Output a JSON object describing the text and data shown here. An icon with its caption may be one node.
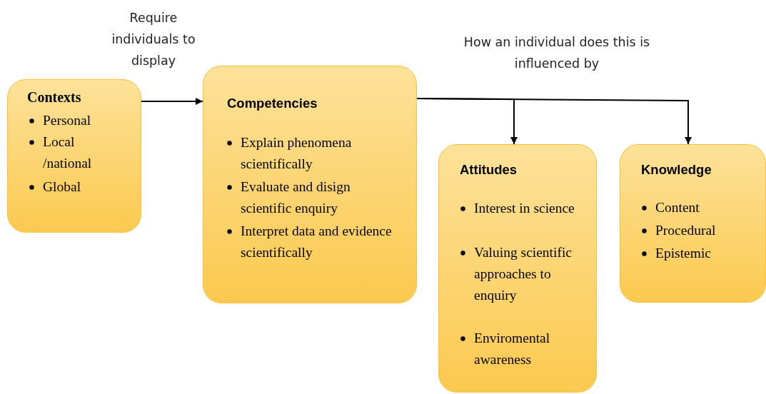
{
  "diagram": {
    "nodes": [
      {
        "text": [
          "Contexts",
          "Personal",
          "Local /national",
          "Global"
        ]
      },
      {
        "text": [
          "Competencies",
          "Explain phenomena scientifically",
          "Evaluate and disign scientific enquiry",
          "Interpret data and evidence scientifically"
        ]
      },
      {
        "text": [
          "Attitudes",
          "Interest in science",
          "Valuing scientific approaches to enquiry",
          "Enviromental awareness"
        ]
      },
      {
        "text": [
          "Knowledge",
          "Content",
          "Procedural",
          "Epistemic"
        ]
      }
    ],
    "edges": [
      {
        "from": 0,
        "to": 1,
        "arrow": "to",
        "label": "Require individuals to display"
      },
      {
        "from": 1,
        "to": 2,
        "arrow": "to",
        "label": "How an individual does this is influenced by"
      },
      {
        "from": 1,
        "to": 3,
        "arrow": "to"
      }
    ]
  }
}
